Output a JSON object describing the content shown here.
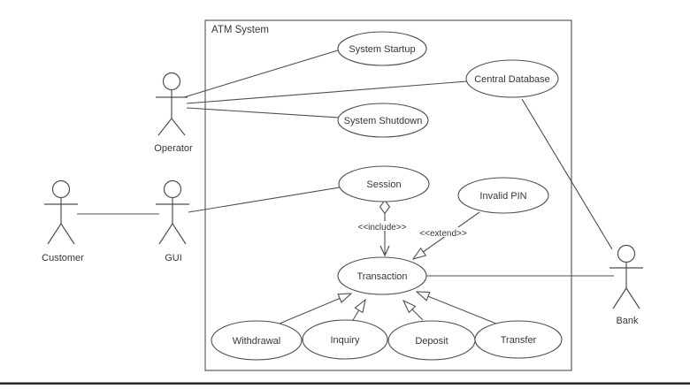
{
  "diagram": {
    "system_name": "ATM System",
    "use_cases": {
      "system_startup": "System Startup",
      "central_database": "Central Database",
      "system_shutdown": "System Shutdown",
      "session": "Session",
      "invalid_pin": "Invalid PIN",
      "transaction": "Transaction",
      "withdrawal": "Withdrawal",
      "inquiry": "Inquiry",
      "deposit": "Deposit",
      "transfer": "Transfer"
    },
    "actors": {
      "operator": "Operator",
      "customer": "Customer",
      "gui": "GUI",
      "bank": "Bank"
    },
    "stereotypes": {
      "include": "<<include>>",
      "extend": "<<extend>>"
    },
    "colors": {
      "stroke": "#4f4f4f",
      "text": "#35353d",
      "footer_rule": "#1f1f1f",
      "background": "#ffffff"
    }
  }
}
